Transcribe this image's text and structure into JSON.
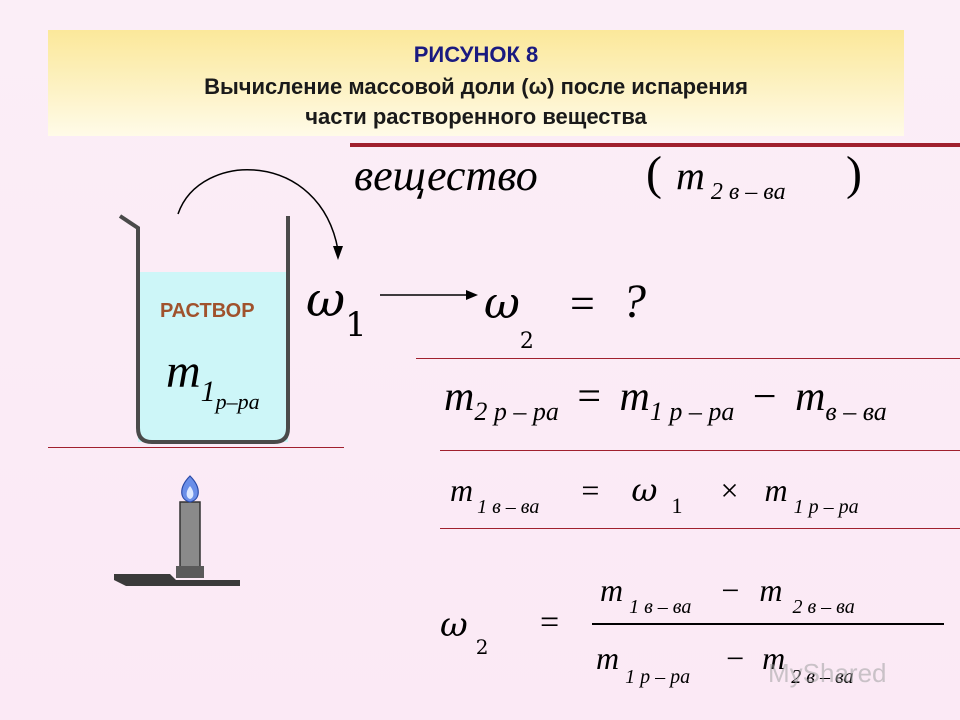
{
  "header": {
    "title": "РИСУНОК 8",
    "line2": "Вычисление массовой доли (ω)   после испарения",
    "line3": "части растворенного вещества"
  },
  "colors": {
    "rule": "#a0202e",
    "header_bg": "#fbe89a",
    "title": "#1a1a80",
    "label": "#a0522d",
    "liquid": "#cdf6f8"
  },
  "top_formula": {
    "word": "вещество",
    "open": "(",
    "m": "m",
    "sub": "2 в – ва",
    "close": ")"
  },
  "beaker": {
    "label": "РАСТВОР",
    "m": "m",
    "sub1": "1",
    "sub2": "р–ра"
  },
  "omega_row": {
    "w1": "ω",
    "w1_sub": "1",
    "w2": "ω",
    "w2_sub": "2",
    "eq": "=",
    "q": "?"
  },
  "eq1": {
    "lhs": "m",
    "lhs_sub": "2 р – ра",
    "eq": "=",
    "a": "m",
    "a_sub": "1 р – ра",
    "minus": "−",
    "b": "m",
    "b_sub": "в – ва"
  },
  "eq2": {
    "lhs": "m",
    "lhs_sub": "1 в – ва",
    "eq": "=",
    "w": "ω",
    "w_sub": "1",
    "times": "×",
    "b": "m",
    "b_sub": "1 р – ра"
  },
  "eq3": {
    "lhs": "ω",
    "lhs_sub": "2",
    "eq": "=",
    "num_a": "m",
    "num_a_sub": "1 в – ва",
    "num_minus": "−",
    "num_b": "m",
    "num_b_sub": "2 в – ва",
    "den_a": "m",
    "den_a_sub": "1 р – ра",
    "den_minus": "−",
    "den_b": "m",
    "den_b_sub": "2 в – ва"
  },
  "watermark": "MyShared",
  "icons": [
    "arrow-curved-icon",
    "arrow-right-icon",
    "beaker-icon",
    "burner-icon",
    "flame-icon"
  ]
}
